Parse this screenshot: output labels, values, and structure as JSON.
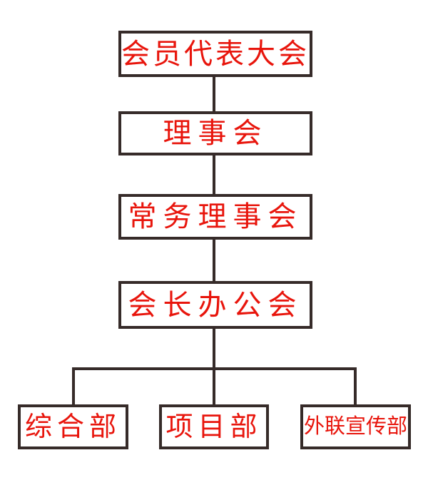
{
  "diagram": {
    "type": "org-chart",
    "background_color": "#ffffff",
    "colors": {
      "box_border": "#362b29",
      "connector_line": "#362b29",
      "label_text": "#e8150c"
    },
    "nodes": [
      {
        "id": "members-assembly",
        "label": "会员代表大会",
        "level": 1
      },
      {
        "id": "council",
        "label": "理事会",
        "level": 2
      },
      {
        "id": "standing-council",
        "label": "常务理事会",
        "level": 3
      },
      {
        "id": "president-office",
        "label": "会长办公会",
        "level": 4
      },
      {
        "id": "general-department",
        "label": "综合部",
        "level": 5
      },
      {
        "id": "project-department",
        "label": "项目部",
        "level": 5
      },
      {
        "id": "outreach-publicity-department",
        "label": "外联宣传部",
        "level": 5
      }
    ],
    "edges": [
      {
        "from": "members-assembly",
        "to": "council"
      },
      {
        "from": "council",
        "to": "standing-council"
      },
      {
        "from": "standing-council",
        "to": "president-office"
      },
      {
        "from": "president-office",
        "to": "general-department"
      },
      {
        "from": "president-office",
        "to": "project-department"
      },
      {
        "from": "president-office",
        "to": "outreach-publicity-department"
      }
    ]
  }
}
